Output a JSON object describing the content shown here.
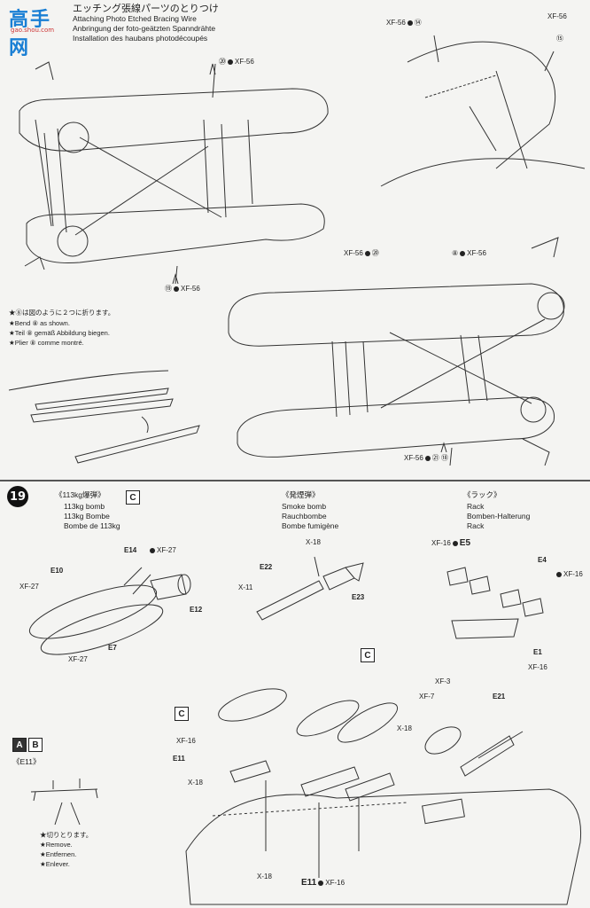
{
  "watermark": {
    "main": "高手网",
    "sub": "gao.shou.com"
  },
  "top_section": {
    "title_jp": "エッチング張線パーツのとりつけ",
    "title_en": "Attaching Photo Etched Bracing Wire",
    "title_de": "Anbringung der foto-geätzten Spanndrähte",
    "title_fr": "Installation des haubans photodécoupés",
    "callouts": {
      "c20_top": "⑳",
      "xf56_top": "XF-56",
      "c19": "⑲",
      "xf56_c19": "XF-56",
      "xf56_14": "XF-56",
      "c14": "⑭",
      "xf56_15": "XF-56",
      "c15": "⑮",
      "xf56_20b": "XF-56",
      "c20b": "⑳",
      "c8": "⑧",
      "xf56_8": "XF-56",
      "xf56_21": "XF-56",
      "c21": "㉑",
      "c18": "⑱"
    },
    "bend_note": {
      "jp": "★⑧は図のように２つに折ります。",
      "en": "★Bend ⑧ as shown.",
      "de": "★Teil ⑧ gemäß Abbildung biegen.",
      "fr": "★Plier ⑧ comme montré."
    }
  },
  "step": {
    "number": "19",
    "bomb": {
      "jp": "《113kg爆弾》",
      "box": "C",
      "en": "113kg bomb",
      "de": "113kg Bombe",
      "fr": "Bombe de 113kg",
      "parts": {
        "e14": "E14",
        "xf27a": "XF-27",
        "e10": "E10",
        "xf27b": "XF-27",
        "e12": "E12",
        "e7": "E7",
        "xf27c": "XF-27"
      }
    },
    "smoke": {
      "jp": "《発煙弾》",
      "en": "Smoke bomb",
      "de": "Rauchbombe",
      "fr": "Bombe fumigène",
      "parts": {
        "x18": "X-18",
        "e22": "E22",
        "x11": "X-11",
        "e23": "E23"
      }
    },
    "rack": {
      "jp": "《ラック》",
      "en": "Rack",
      "de": "Bomben-Halterung",
      "fr": "Rack",
      "parts": {
        "xf16a": "XF-16",
        "e5": "E5",
        "e4": "E4",
        "xf16b": "XF-16",
        "e1": "E1",
        "xf16c": "XF-16"
      }
    },
    "assembly": {
      "c_box1": "C",
      "c_box2": "C",
      "xf16": "XF-16",
      "e11": "E11",
      "x18a": "X-18",
      "x18b": "X-18",
      "xf3": "XF-3",
      "xf7": "XF-7",
      "e21": "E21",
      "x18c": "X-18",
      "e11b": "E11",
      "xf16b": "XF-16"
    },
    "variant": {
      "box_a": "A",
      "box_b": "B",
      "label": "《E11》",
      "remove_jp": "★切りとります。",
      "remove_en": "★Remove.",
      "remove_de": "★Entfernen.",
      "remove_fr": "★Enlever."
    }
  }
}
